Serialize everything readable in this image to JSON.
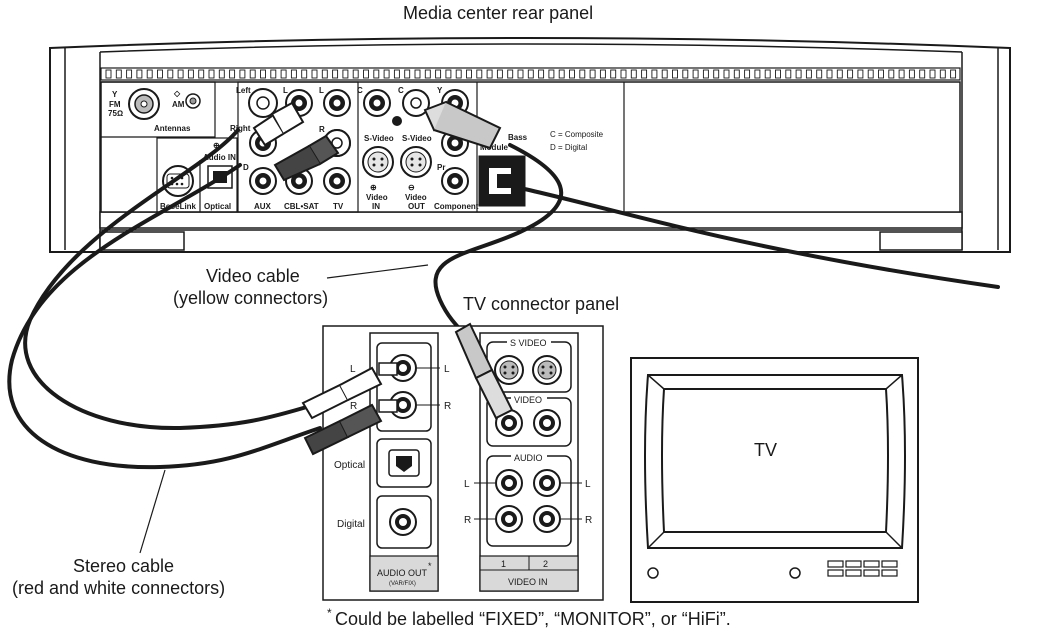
{
  "captions": {
    "media_center": "Media center rear panel",
    "video_cable_1": "Video cable",
    "video_cable_2": "(yellow connectors)",
    "tv_panel": "TV connector panel",
    "stereo_cable_1": "Stereo cable",
    "stereo_cable_2": "(red and white connectors)",
    "footnote_star": "*",
    "footnote": "Could be labelled “FIXED”, “MONITOR”, or “HiFi”.",
    "tv": "TV"
  },
  "rear_panel": {
    "fm": "FM",
    "fm_75": "75Ω",
    "am": "AM",
    "antennas": "Antennas",
    "left": "Left",
    "right": "Right",
    "l1": "L",
    "l2": "L",
    "r2": "R",
    "c1": "C",
    "c2": "C",
    "d": "D",
    "y": "Y",
    "pr": "Pr",
    "svideo_in": "S-Video",
    "svideo_out": "S-Video",
    "audio_in": "Audio IN",
    "bass": "Bass",
    "module": "Module",
    "composite_note": "C = Composite",
    "digital_note": "D = Digital",
    "boselink": "BoseLink",
    "optical": "Optical",
    "aux": "AUX",
    "cbl_sat": "CBL•SAT",
    "tv": "TV",
    "video_in_1": "Video",
    "video_in_2": "IN",
    "video_out_1": "Video",
    "video_out_2": "OUT",
    "component": "Component"
  },
  "tv_panel": {
    "l": "L",
    "r": "R",
    "optical": "Optical",
    "digital": "Digital",
    "audio_out": "AUDIO OUT",
    "audio_out_star": "*",
    "audio_out_sub": "(VAR/FIX)",
    "svideo": "S VIDEO",
    "video": "VIDEO",
    "audio": "AUDIO",
    "audio_l_left": "L",
    "audio_l_right": "L",
    "audio_r_left": "R",
    "audio_r_right": "R",
    "num1": "1",
    "num2": "2",
    "video_in": "VIDEO IN"
  }
}
